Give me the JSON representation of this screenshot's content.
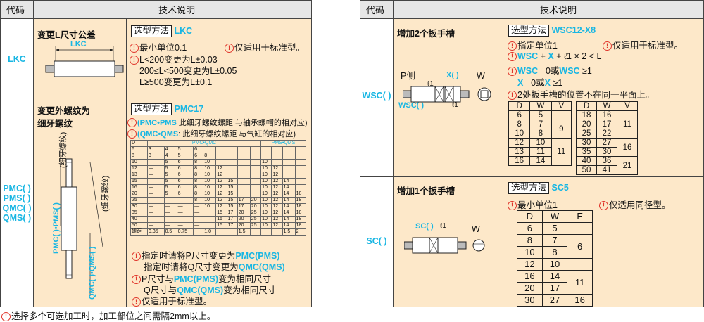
{
  "left": {
    "header": {
      "code": "代码",
      "desc": "技术说明"
    },
    "r1": {
      "code": "LKC",
      "title": "变更L尺寸公差",
      "sel_label": "选型方法",
      "sel_code": "LKC",
      "dim_label": "LKC",
      "l1": "最小单位0.1",
      "l1b": "仅适用于标准型。",
      "l2": "L<200变更为L±0.03",
      "l3": "200≤L<500变更为L±0.05",
      "l4": "L≥500变更为L±0.1"
    },
    "r2": {
      "codes": [
        "PMC( )",
        "PMS( )",
        "QMC( )",
        "QMS( )"
      ],
      "title1": "变更外螺纹为",
      "title2": "细牙螺纹",
      "sel_label": "选型方法",
      "sel_code": "PMC17",
      "note1_code": "(PMC•PMS",
      "note1_text": " 此细牙螺纹螺距 与轴承螺帽的相对应)",
      "note2_code": "(QMC•QMS",
      "note2_text": ": 此细牙螺纹螺距 与气缸的相对应)",
      "fig_a1": "(细牙螺纹)",
      "fig_a2": "PMC( )•PMS( )",
      "fig_b1": "(细牙螺纹)",
      "fig_b2": "QMC( )•QMS( )",
      "table_head": [
        "D",
        "PMC•QMC",
        "PMS•QMS"
      ],
      "table_rows": [
        [
          "6",
          "3",
          "4",
          "5",
          "6",
          "",
          "",
          "",
          "",
          "",
          "",
          "",
          "",
          ""
        ],
        [
          "8",
          "3",
          "4",
          "5",
          "6",
          "8",
          "",
          "",
          "",
          "",
          "",
          "",
          "",
          ""
        ],
        [
          "10",
          "—",
          "5",
          "6",
          "8",
          "10",
          "",
          "",
          "",
          "",
          "10",
          "",
          "",
          ""
        ],
        [
          "12",
          "—",
          "5",
          "6",
          "8",
          "10",
          "12",
          "",
          "",
          "",
          "10",
          "12",
          "",
          ""
        ],
        [
          "13",
          "—",
          "5",
          "6",
          "8",
          "10",
          "12",
          "",
          "",
          "",
          "10",
          "12",
          "",
          ""
        ],
        [
          "15",
          "—",
          "5",
          "6",
          "8",
          "10",
          "12",
          "15",
          "",
          "",
          "10",
          "12",
          "14",
          ""
        ],
        [
          "16",
          "—",
          "5",
          "6",
          "8",
          "10",
          "12",
          "15",
          "",
          "",
          "10",
          "12",
          "14",
          ""
        ],
        [
          "20",
          "—",
          "5",
          "6",
          "8",
          "10",
          "12",
          "15",
          "",
          "",
          "10",
          "12",
          "14",
          "18"
        ],
        [
          "25",
          "—",
          "—",
          "—",
          "8",
          "10",
          "12",
          "15",
          "17",
          "20",
          "10",
          "12",
          "14",
          "18"
        ],
        [
          "30",
          "—",
          "—",
          "—",
          "—",
          "10",
          "12",
          "15",
          "17",
          "20",
          "10",
          "12",
          "14",
          "18"
        ],
        [
          "35",
          "—",
          "—",
          "—",
          "—",
          "",
          "15",
          "17",
          "20",
          "25",
          "10",
          "12",
          "14",
          "18"
        ],
        [
          "40",
          "—",
          "—",
          "—",
          "—",
          "",
          "15",
          "17",
          "20",
          "25",
          "10",
          "12",
          "14",
          "18"
        ],
        [
          "50",
          "—",
          "—",
          "—",
          "—",
          "",
          "15",
          "17",
          "20",
          "25",
          "10",
          "12",
          "14",
          "18"
        ]
      ],
      "pitch_row": [
        "螺距",
        "0.35",
        "0.5",
        "0.75",
        "",
        "1.0",
        "",
        "",
        "1.5",
        "",
        "",
        "",
        "1.5",
        "2"
      ],
      "n1": "指定时请将P尺寸变更为",
      "n1c": "PMC(PMS)",
      "n2": "指定时请将Q尺寸变更为",
      "n2c": "QMC(QMS)",
      "n3": "P尺寸与",
      "n3c": "PMC(PMS)",
      "n3b": "变为相同尺寸",
      "n4": "Q尺寸与",
      "n4c": "QMC(QMS)",
      "n4b": "变为相同尺寸",
      "n5": "仅适用于标准型。"
    },
    "footer": "选择多个可选加工时，加工部位之间需隔2mm以上。"
  },
  "right": {
    "header": {
      "code": "代码",
      "desc": "技术说明"
    },
    "r1": {
      "code": "WSC( )",
      "title": "增加2个扳手槽",
      "sel_label": "选型方法",
      "sel_code": "WSC12-X8",
      "l1": "指定单位1",
      "l1b": "仅适用于标准型。",
      "l2a": "WSC",
      "l2b": " + ",
      "l2c": "X",
      "l2d": " + ℓ1 × 2 < L",
      "l3a": "WSC",
      "l3b": " =0或",
      "l3c": "WSC",
      "l3d": " ≥1",
      "l4a": "X",
      "l4b": " =0或",
      "l4c": "X",
      "l4d": " ≥1",
      "l5": "2处扳手槽的位置不在同一平面上。",
      "fig_p": "P侧",
      "fig_x": "X( )",
      "fig_w": "W",
      "fig_l1": "ℓ1",
      "fig_l1b": "ℓ1",
      "fig_wsc": "WSC( )",
      "table_cols": [
        "D",
        "W",
        "V",
        "D",
        "W",
        "V"
      ],
      "table_left": [
        [
          "6",
          "5"
        ],
        [
          "8",
          "7"
        ],
        [
          "10",
          "8"
        ],
        [
          "12",
          "10"
        ],
        [
          "13",
          "11"
        ],
        [
          "16",
          "14"
        ]
      ],
      "table_left_v": [
        "9",
        "11"
      ],
      "table_right": [
        [
          "18",
          "16"
        ],
        [
          "20",
          "17"
        ],
        [
          "25",
          "22"
        ],
        [
          "30",
          "27"
        ],
        [
          "35",
          "30"
        ],
        [
          "40",
          "36"
        ],
        [
          "50",
          "41"
        ]
      ],
      "table_right_v": [
        "11",
        "16",
        "21"
      ]
    },
    "r2": {
      "code": "SC( )",
      "title": "增加1个扳手槽",
      "sel_label": "选型方法",
      "sel_code": "SC5",
      "l1": "最小单位1",
      "l1b": "仅适用同径型。",
      "fig_sc": "SC( )",
      "fig_l1": "ℓ1",
      "fig_w": "W",
      "table_cols": [
        "D",
        "W",
        "E"
      ],
      "table_rows": [
        [
          "6",
          "5"
        ],
        [
          "8",
          "7"
        ],
        [
          "10",
          "8"
        ],
        [
          "12",
          "10"
        ],
        [
          "16",
          "14"
        ],
        [
          "20",
          "17"
        ],
        [
          "30",
          "27"
        ]
      ],
      "table_e": [
        "6",
        "11",
        "16"
      ]
    }
  }
}
